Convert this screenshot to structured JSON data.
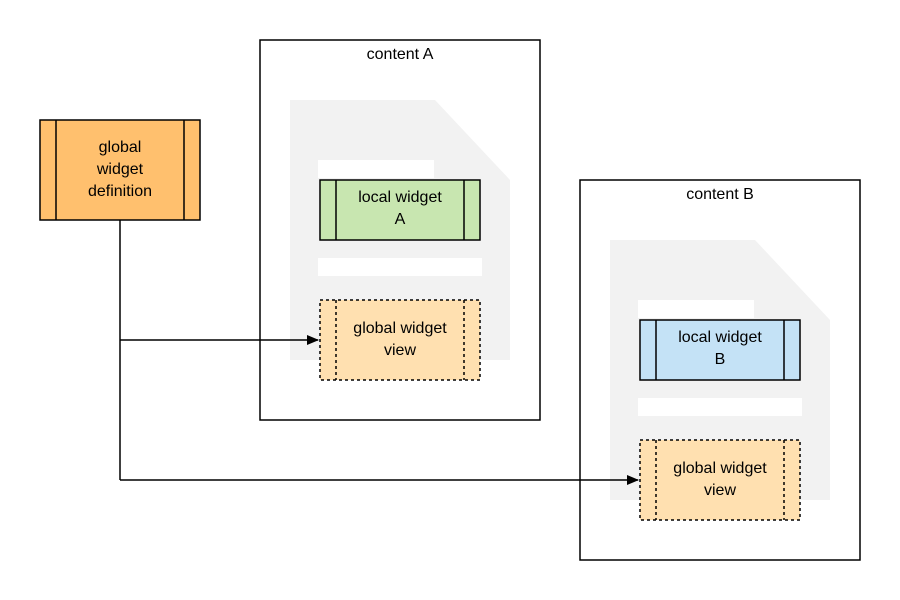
{
  "colors": {
    "global_definition_fill": "#ffc06e",
    "global_view_fill": "#ffe0b0",
    "local_a_fill": "#c8e6b0",
    "local_b_fill": "#c4e2f6",
    "page_icon": "#f2f2f2",
    "stroke": "#000000"
  },
  "nodes": {
    "global_definition": {
      "lines": [
        "global",
        "widget",
        "definition"
      ]
    },
    "content_a": {
      "label": "content A",
      "local_widget": {
        "lines": [
          "local widget",
          "A"
        ]
      },
      "global_view": {
        "lines": [
          "global widget",
          "view"
        ]
      }
    },
    "content_b": {
      "label": "content B",
      "local_widget": {
        "lines": [
          "local widget",
          "B"
        ]
      },
      "global_view": {
        "lines": [
          "global widget",
          "view"
        ]
      }
    }
  },
  "icons": {
    "page": "document-page-icon"
  }
}
